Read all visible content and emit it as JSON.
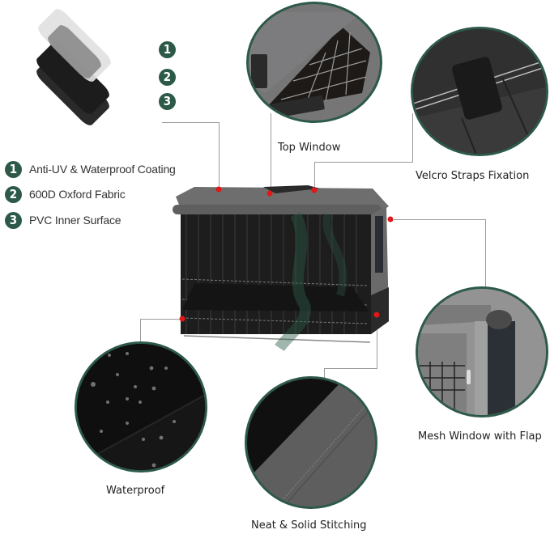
{
  "layers": {
    "badges": [
      "1",
      "2",
      "3"
    ],
    "legend": [
      {
        "num": "1",
        "label": "Anti-UV & Waterproof Coating"
      },
      {
        "num": "2",
        "label": "600D Oxford Fabric"
      },
      {
        "num": "3",
        "label": "PVC Inner Surface"
      }
    ]
  },
  "features": {
    "top_window": "Top Window",
    "velcro": "Velcro Straps Fixation",
    "mesh_window": "Mesh Window with Flap",
    "waterproof": "Waterproof",
    "stitching": "Neat & Solid Stitching"
  },
  "colors": {
    "accent_green": "#2d5a48",
    "marker_red": "#e01818",
    "fabric_gray": "#6b6b6b",
    "connector_gray": "#9a9a9a"
  }
}
